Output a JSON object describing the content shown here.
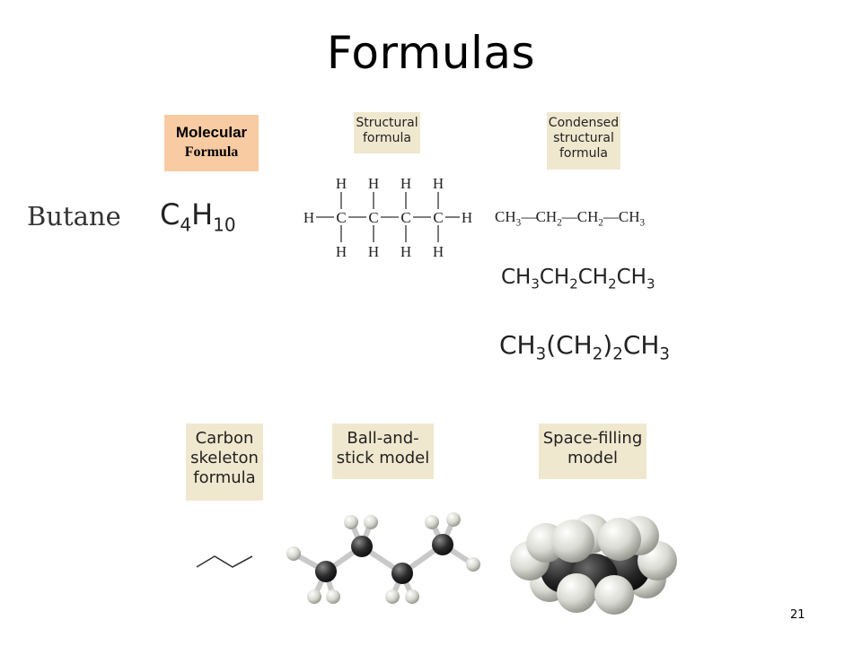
{
  "slide": {
    "title": "Formulas",
    "page_number": "21"
  },
  "headers": {
    "molecular_line1": "Molecular",
    "molecular_line2": "Formula",
    "structural_line1": "Structural",
    "structural_line2": "formula",
    "condensed_line1": "Condensed",
    "condensed_line2": "structural",
    "condensed_line3": "formula",
    "skeleton_line1": "Carbon",
    "skeleton_line2": "skeleton",
    "skeleton_line3": "formula",
    "ballstick_line1": "Ball-and-",
    "ballstick_line2": "stick model",
    "spacefill_line1": "Space-filling",
    "spacefill_line2": "model"
  },
  "compound": {
    "name": "Butane",
    "molecular_formula": {
      "c": "C",
      "c_count": "4",
      "h": "H",
      "h_count": "10"
    }
  },
  "structural": {
    "h": "H",
    "c": "C"
  },
  "condensed": {
    "line1_parts": [
      "CH",
      "3",
      "CH",
      "2",
      "CH",
      "2",
      "CH",
      "3"
    ],
    "line2_parts": [
      "CH",
      "3",
      "CH",
      "2",
      "CH",
      "2",
      "CH",
      "3"
    ],
    "line3_parts": [
      "CH",
      "3",
      "(CH",
      "2",
      ")",
      "2",
      "CH",
      "3"
    ]
  },
  "colors": {
    "molecular_header_bg": "#f8cba3",
    "header_bg": "#efe8cf",
    "carbon_atom": "#2b2b2b",
    "hydrogen_atom": "#e2e3dc"
  }
}
